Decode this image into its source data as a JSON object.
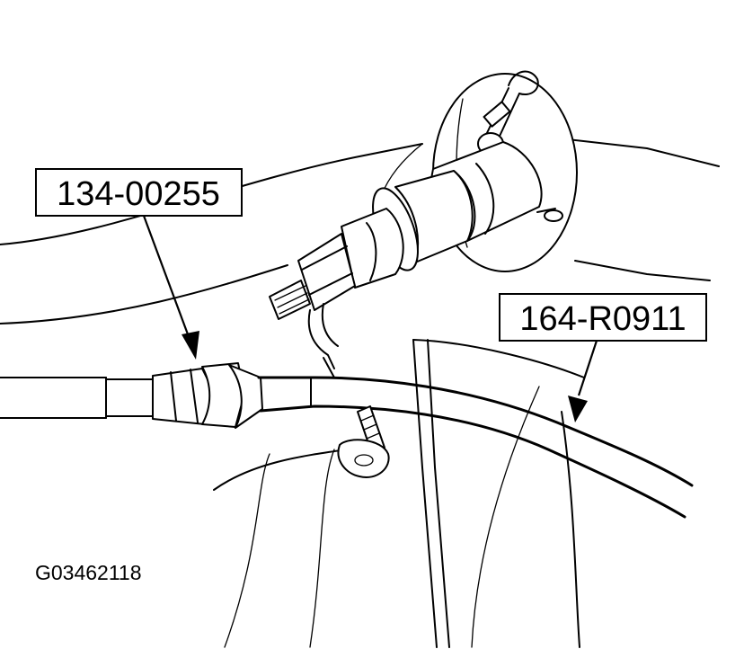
{
  "labels": {
    "callout_left": "134-00255",
    "callout_right": "164-R0911",
    "figure_code": "G03462118"
  },
  "colors": {
    "line": "#000000",
    "background": "#ffffff"
  }
}
